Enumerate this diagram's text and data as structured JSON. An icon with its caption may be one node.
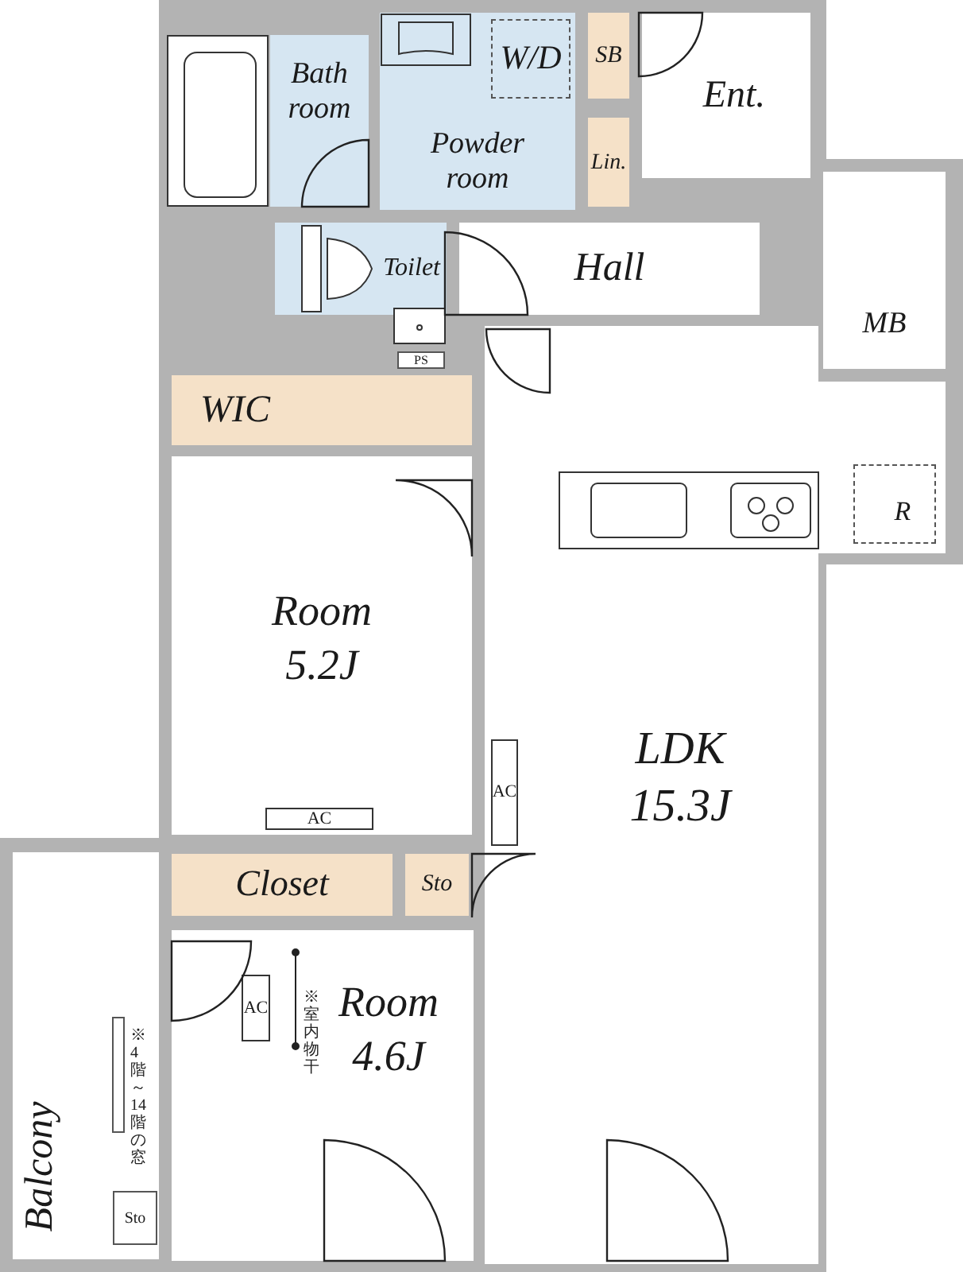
{
  "diagram": {
    "nodes": [
      {
        "text": [
          "Bath room"
        ]
      },
      {
        "text": [
          "Powder room"
        ]
      },
      {
        "text": [
          "W/D"
        ],
        "in": 1
      },
      {
        "text": [
          "SB"
        ]
      },
      {
        "text": [
          "Lin."
        ]
      },
      {
        "text": [
          "Ent."
        ]
      },
      {
        "text": [
          "Toilet"
        ]
      },
      {
        "text": [
          "PS"
        ]
      },
      {
        "text": [
          "Hall"
        ]
      },
      {
        "text": [
          "MB"
        ]
      },
      {
        "text": [
          "WIC"
        ]
      },
      {
        "text": [
          "R"
        ]
      },
      {
        "text": [
          "Room 5.2J"
        ]
      },
      {
        "text": [
          "AC"
        ],
        "in": 12
      },
      {
        "text": [
          "LDK 15.3J"
        ]
      },
      {
        "text": [
          "AC"
        ],
        "in": 14
      },
      {
        "text": [
          "Closet"
        ]
      },
      {
        "text": [
          "Sto"
        ]
      },
      {
        "text": [
          "Room 4.6J"
        ]
      },
      {
        "text": [
          "AC"
        ],
        "in": 18
      },
      {
        "text": [
          "Balcony"
        ]
      },
      {
        "text": [
          "Sto"
        ],
        "in": 20
      }
    ],
    "labels": [
      "※室内物干",
      "※4階～14階の窓"
    ]
  }
}
